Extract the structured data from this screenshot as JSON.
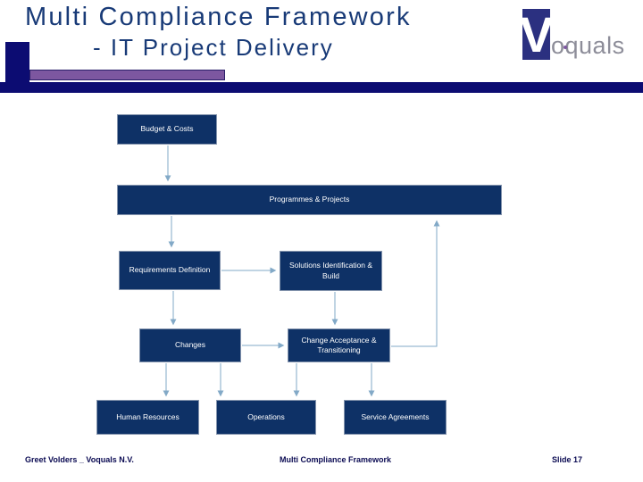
{
  "slide": {
    "title": "Multi Compliance Framework",
    "subtitle": "- IT Project Delivery"
  },
  "logo": {
    "v": "V",
    "rest": "oquals"
  },
  "diagram": {
    "boxes": [
      {
        "id": "budget-costs",
        "label": "Budget & Costs"
      },
      {
        "id": "programmes-projects",
        "label": "Programmes & Projects"
      },
      {
        "id": "requirements-definition",
        "label": "Requirements Definition"
      },
      {
        "id": "solutions-identification-build",
        "label": "Solutions Identification & Build"
      },
      {
        "id": "changes",
        "label": "Changes"
      },
      {
        "id": "change-acceptance-transitioning",
        "label": "Change Acceptance & Transitioning"
      },
      {
        "id": "human-resources",
        "label": "Human Resources"
      },
      {
        "id": "operations",
        "label": "Operations"
      },
      {
        "id": "service-agreements",
        "label": "Service Agreements"
      }
    ],
    "connections": [
      {
        "from": "Budget & Costs",
        "to": "Programmes & Projects"
      },
      {
        "from": "Programmes & Projects",
        "to": "Requirements Definition"
      },
      {
        "from": "Requirements Definition",
        "to": "Solutions Identification & Build"
      },
      {
        "from": "Requirements Definition",
        "to": "Changes"
      },
      {
        "from": "Solutions Identification & Build",
        "to": "Change Acceptance & Transitioning"
      },
      {
        "from": "Changes",
        "to": "Change Acceptance & Transitioning"
      },
      {
        "from": "Change Acceptance & Transitioning",
        "to": "Programmes & Projects"
      },
      {
        "from": "Changes",
        "to": "Human Resources"
      },
      {
        "from": "Changes",
        "to": "Operations"
      },
      {
        "from": "Change Acceptance & Transitioning",
        "to": "Operations"
      },
      {
        "from": "Change Acceptance & Transitioning",
        "to": "Service Agreements"
      }
    ]
  },
  "footer": {
    "left": "Greet Volders _ Voquals N.V.",
    "center": "Multi Compliance Framework",
    "right": "Slide 17"
  },
  "colors": {
    "title_text": "#183a77",
    "box_fill": "#0e3166",
    "box_border": "#8494ad",
    "arrow": "#82a9c7",
    "footer_text": "#0a0a52",
    "bar_navy": "#0c0c72",
    "bar_purple": "#7d57a0",
    "logo_block": "#2b3080",
    "logo_text_gray": "#8d8d99"
  }
}
